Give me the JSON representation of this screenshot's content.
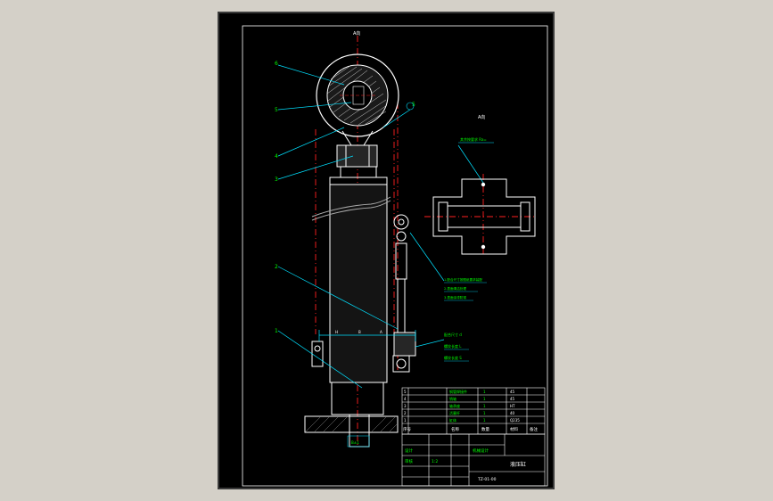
{
  "drawing": {
    "view_top_label": "A向",
    "view_side_label": "A向",
    "part_numbers": [
      "6",
      "5",
      "4",
      "3",
      "2",
      "1"
    ],
    "part_number_right": "5",
    "tolerance_note": "其余按要求 Ra=",
    "tech_notes": [
      "1.配合尺寸按图纸要求装配",
      "2.表面清洁处理",
      "3.表面涂漆防锈"
    ],
    "dim_labels": [
      "H",
      "B",
      "A"
    ],
    "callouts": [
      "螺纹长度 L",
      "螺纹长度 S",
      "配合尺寸 d"
    ],
    "bottom_dim": "B±1"
  },
  "bom": {
    "rows": [
      {
        "no": "5",
        "name": "钢管焊接件",
        "qty": "1",
        "material": "45"
      },
      {
        "no": "4",
        "name": "销轴",
        "qty": "1",
        "material": "45"
      },
      {
        "no": "3",
        "name": "轴承座",
        "qty": "1",
        "material": "HT"
      },
      {
        "no": "2",
        "name": "活塞杆",
        "qty": "1",
        "material": "40"
      },
      {
        "no": "1",
        "name": "缸体",
        "qty": "1",
        "material": "Q235"
      }
    ],
    "header": [
      "序号",
      "名称",
      "数量",
      "材料",
      "备注"
    ]
  },
  "title_block": {
    "name": "液压缸",
    "drawing_no": "TZ-01-00",
    "scale": "1:2",
    "designer": "设计",
    "checker": "审核",
    "company": "机械设计"
  }
}
